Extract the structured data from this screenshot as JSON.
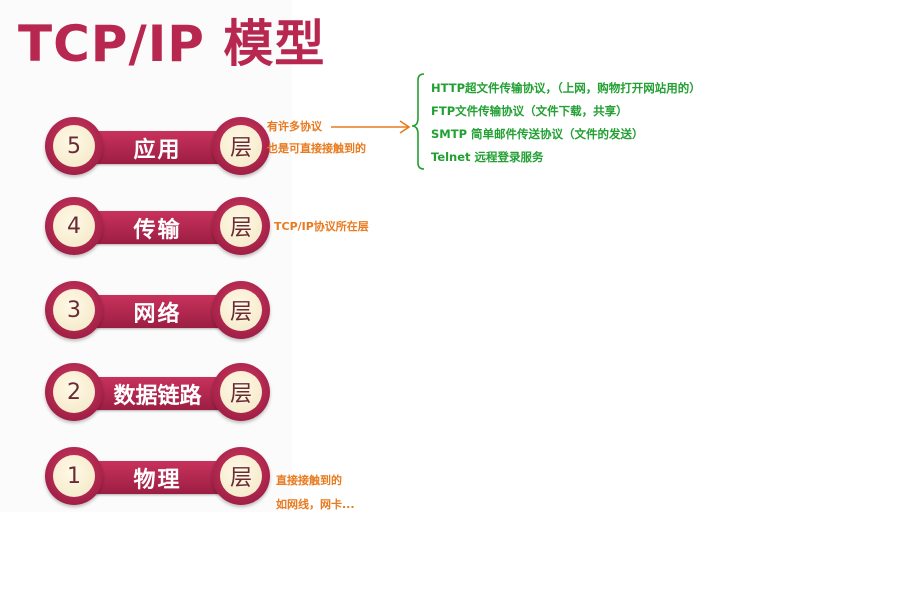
{
  "title": "TCP/IP 模型",
  "layers": [
    {
      "number": "5",
      "name": "应用",
      "suffix": "层"
    },
    {
      "number": "4",
      "name": "传输",
      "suffix": "层"
    },
    {
      "number": "3",
      "name": "网络",
      "suffix": "层"
    },
    {
      "number": "2",
      "name": "数据链路",
      "suffix": "层"
    },
    {
      "number": "1",
      "name": "物理",
      "suffix": "层"
    }
  ],
  "notes": {
    "application_line1": "有许多协议",
    "application_line2": "也是可直接接触到的",
    "transport": "TCP/IP协议所在层",
    "physical_line1": "直接接触到的",
    "physical_line2": "如网线，网卡..."
  },
  "protocols": [
    "HTTP超文件传输协议，（上网，购物打开网站用的）",
    "FTP文件传输协议（文件下载，共享）",
    "SMTP 简单邮件传送协议（文件的发送）",
    "Telnet 远程登录服务"
  ],
  "colors": {
    "title": "#b8274f",
    "bar": "#b02a52",
    "note": "#e87a1f",
    "protocol": "#22a033"
  }
}
